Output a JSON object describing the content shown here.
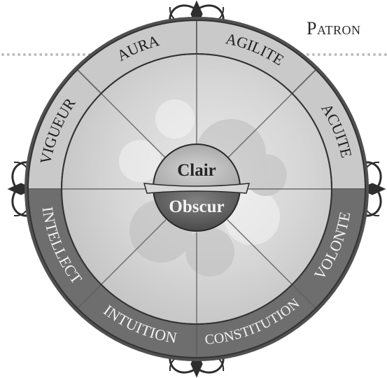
{
  "header": {
    "title": "Patron"
  },
  "wheel": {
    "center_top_label": "Clair",
    "center_bottom_label": "Obscur",
    "segments": [
      {
        "key": "vigueur",
        "label": "VIGUEUR"
      },
      {
        "key": "aura",
        "label": "AURA"
      },
      {
        "key": "agilite",
        "label": "AGILITE"
      },
      {
        "key": "acuite",
        "label": "ACUITE"
      },
      {
        "key": "volonte",
        "label": "VOLONTE"
      },
      {
        "key": "constitution",
        "label": "CONSTITUTION"
      },
      {
        "key": "intuition",
        "label": "INTUITION"
      },
      {
        "key": "intellect",
        "label": "INTELLECT"
      }
    ]
  },
  "colors": {
    "ring_light": "#c9c9c9",
    "ring_dark": "#6e6e6e",
    "frame": "#3a3a3a",
    "text_dark": "#1e1e1e",
    "text_light": "#f2f2f2"
  }
}
